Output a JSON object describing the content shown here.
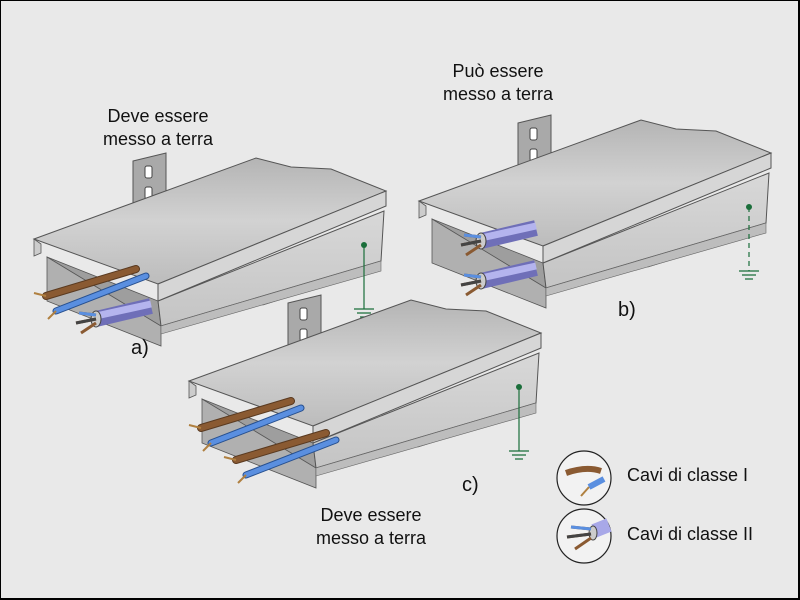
{
  "labels": {
    "a_top": [
      "Deve essere",
      "messo a terra"
    ],
    "b_top": [
      "Può essere",
      "messo a terra"
    ],
    "c_bottom": [
      "Deve essere",
      "messo a terra"
    ]
  },
  "tags": {
    "a": "a)",
    "b": "b)",
    "c": "c)"
  },
  "legend": {
    "class1": "Cavi di classe I",
    "class2": "Cavi di classe II"
  },
  "colors": {
    "background": "#e9e9e9",
    "ground": "#1a6e3a",
    "brown": "#8a5a32",
    "blue": "#5a8fe0",
    "sheath": "#a8a8e8"
  }
}
